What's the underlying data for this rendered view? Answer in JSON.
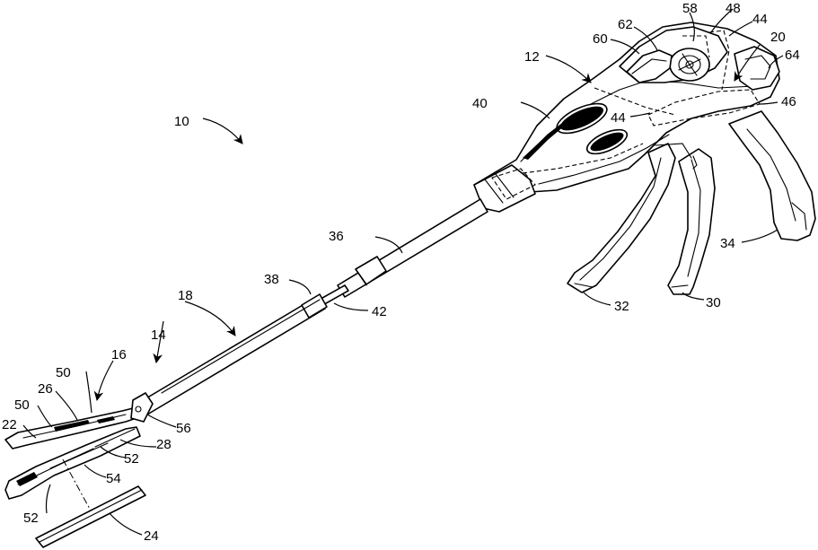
{
  "callouts": {
    "c10": "10",
    "c12": "12",
    "c14": "14",
    "c16": "16",
    "c18": "18",
    "c20": "20",
    "c22": "22",
    "c24": "24",
    "c26": "26",
    "c28": "28",
    "c30": "30",
    "c32": "32",
    "c34": "34",
    "c36": "36",
    "c38": "38",
    "c40": "40",
    "c42": "42",
    "c44a": "44",
    "c44b": "44",
    "c46": "46",
    "c48": "48",
    "c50a": "50",
    "c50b": "50",
    "c52a": "52",
    "c52b": "52",
    "c54": "54",
    "c56": "56",
    "c58": "58",
    "c60": "60",
    "c62": "62",
    "c64": "64"
  }
}
